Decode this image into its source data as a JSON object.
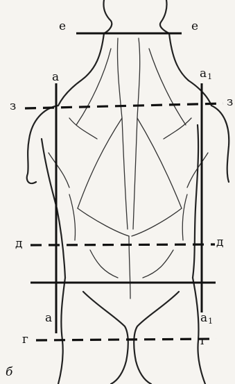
{
  "labels": {
    "e_left": "е",
    "e_right": "е",
    "a_top_left": "а",
    "a1_top_right_base": "а",
    "a1_top_right_sub": "1",
    "z_left": "з",
    "z_right": "з",
    "d_left": "д",
    "d_right": "д",
    "a_bottom_left": "а",
    "a1_bottom_right_base": "а",
    "a1_bottom_right_sub": "1",
    "g_left": "г",
    "g_right": "г",
    "figure_letter": "б"
  },
  "colors": {
    "ink": "#111111",
    "muscle": "#333333",
    "paper": "#f6f4f0"
  }
}
